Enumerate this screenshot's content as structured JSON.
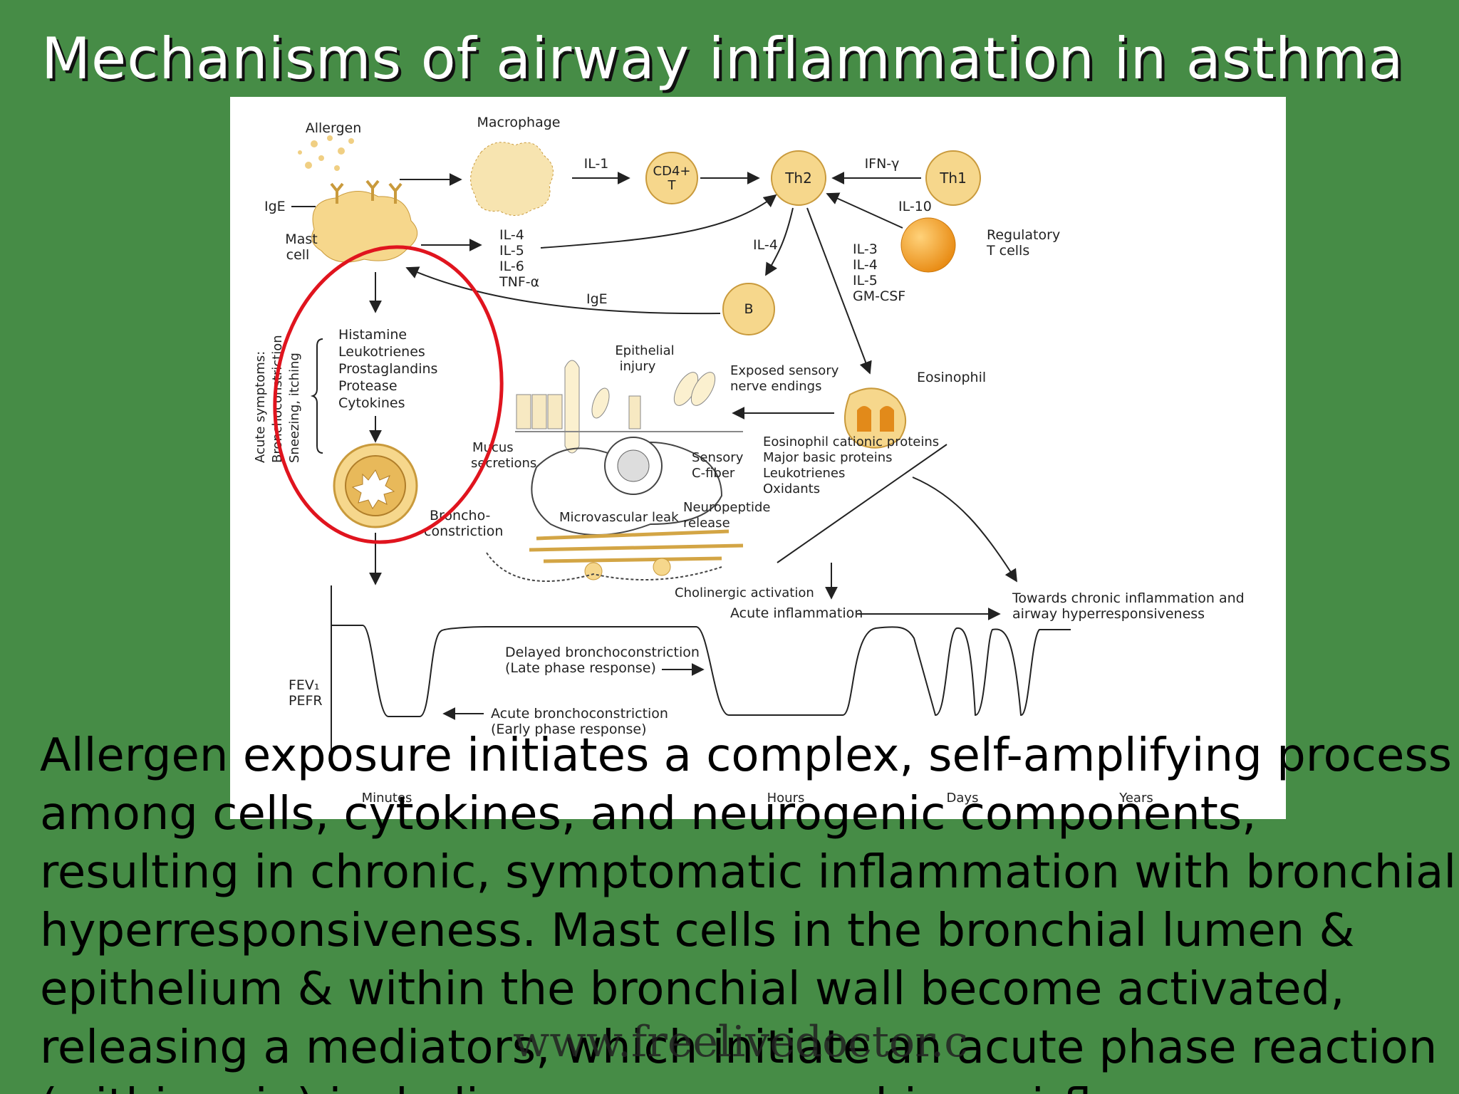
{
  "slide": {
    "title": "Mechanisms of airway inflammation in asthma",
    "body_text": "Allergen exposure initiates a complex, self-amplifying process among cells, cytokines, and neurogenic components, resulting in chronic, symptomatic inflammation with bronchial hyperresponsiveness. Mast cells in the bronchial lumen & epithelium & within the bronchial wall become activated, releasing a mediators, which initiate an acute phase reaction (within min) including sneezes, coughing, airflow",
    "watermark": "www.freelivedoctor.c"
  },
  "colors": {
    "background": "#468c46",
    "title": "#ffffff",
    "cell_fill": "#f6d78c",
    "cell_stroke": "#c99a3c",
    "highlight_circle": "#e0141e"
  },
  "figure": {
    "labels": {
      "allergen": "Allergen",
      "macrophage": "Macrophage",
      "ige_top": "IgE",
      "mast_cell_1": "Mast",
      "mast_cell_2": "cell",
      "il1": "IL-1",
      "cd4_1": "CD4+",
      "cd4_2": "T",
      "th2": "Th2",
      "ifn": "IFN-γ",
      "th1": "Th1",
      "il10": "IL-10",
      "treg_1": "Regulatory",
      "treg_2": "T cells",
      "il4_mast": "IL-4",
      "il5_mast": "IL-5",
      "il6_mast": "IL-6",
      "tnf_mast": "TNF-α",
      "il4_b": "IL-4",
      "il3_th2": "IL-3",
      "il4_th2": "IL-4",
      "il5_th2": "IL-5",
      "gmcsf_th2": "GM-CSF",
      "ige_b": "IgE",
      "b_cell": "B",
      "histamine": "Histamine",
      "leukotrienes": "Leukotrienes",
      "prostaglandins": "Prostaglandins",
      "protease": "Protease",
      "cytokines": "Cytokines",
      "acute_symptoms": "Acute symptoms:",
      "bronchoconstriction_vert": "Bronchoconstriction",
      "sneezing": "Sneezing, itching",
      "epithelial_1": "Epithelial",
      "epithelial_2": "injury",
      "exposed_1": "Exposed sensory",
      "exposed_2": "nerve endings",
      "eosinophil": "Eosinophil",
      "ecp": "Eosinophil cationic proteins",
      "mbp": "Major basic proteins",
      "leuko2": "Leukotrienes",
      "oxidants": "Oxidants",
      "mucus_1": "Mucus",
      "mucus_2": "secretions",
      "sensory_1": "Sensory",
      "sensory_2": "C-fiber",
      "broncho_1": "Broncho-",
      "broncho_2": "constriction",
      "microvascular": "Microvascular leak",
      "neuropeptide_1": "Neuropeptide",
      "neuropeptide_2": "release",
      "cholinergic": "Cholinergic activation",
      "acute_inflammation": "Acute inflammation",
      "towards_1": "Towards chronic inflammation and",
      "towards_2": "airway hyperresponsiveness",
      "delayed_1": "Delayed bronchoconstriction",
      "delayed_2": "(Late phase response)",
      "acute_bc_1": "Acute bronchoconstriction",
      "acute_bc_2": "(Early phase response)",
      "fev_1": "FEV₁",
      "fev_2": "PEFR",
      "t_minutes": "Minutes",
      "t_hours": "Hours",
      "t_days": "Days",
      "t_years": "Years"
    }
  }
}
